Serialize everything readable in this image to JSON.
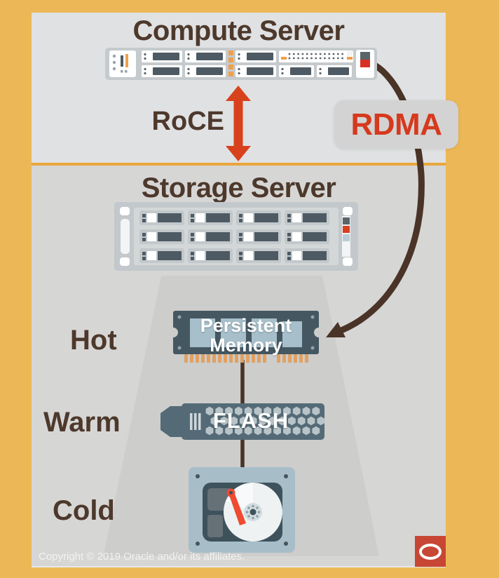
{
  "slide": {
    "compute_section": {
      "title": "Compute Server"
    },
    "storage_section": {
      "title": "Storage Server"
    },
    "protocols": {
      "roce_label": "RoCE",
      "rdma_label": "RDMA"
    },
    "tiers": [
      {
        "label": "Hot",
        "media_lines": [
          "Persistent",
          "Memory"
        ],
        "icon": "persistent-memory-dimm-icon"
      },
      {
        "label": "Warm",
        "media_lines": [
          "FLASH"
        ],
        "icon": "flash-card-icon"
      },
      {
        "label": "Cold",
        "media_lines": [],
        "icon": "hard-disk-icon"
      }
    ],
    "footer": {
      "copyright": "Copyright © 2019 Oracle and/or its affiliates."
    },
    "colors": {
      "frame": "#ecb857",
      "compute_bg": "#e0e1e3",
      "storage_bg": "#d6d6d5",
      "cone": "#cdcdcc",
      "divider_orange": "#e9a63c",
      "brown_text": "#4d392c",
      "red_accent": "#d7421c",
      "connector_brown": "#4a3327",
      "oracle_red": "#c74634"
    }
  }
}
